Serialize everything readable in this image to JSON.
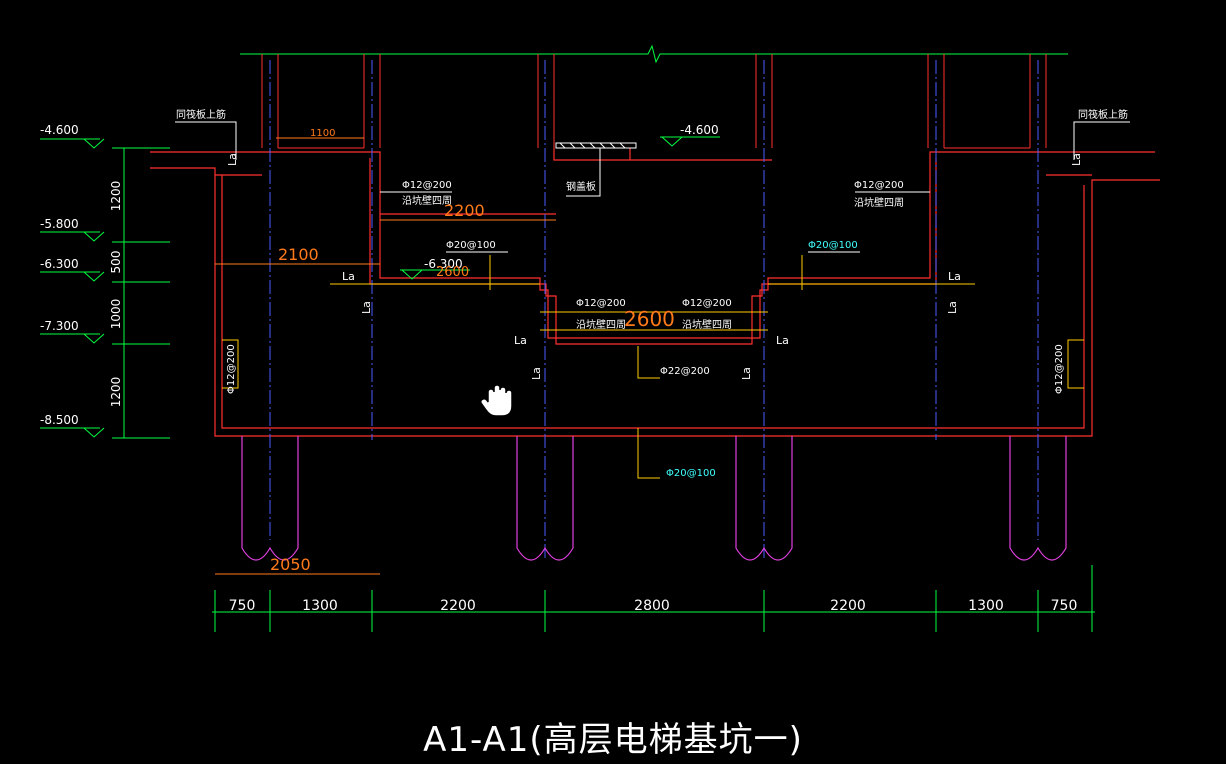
{
  "title": "A1-A1(高层电梯基坑一)",
  "colors": {
    "background": "#000000",
    "concrete": "#ff3030",
    "dim": "#00ff40",
    "axis": "#4a5cff",
    "pile": "#e040e0",
    "rebar": "#ffcc00",
    "text_white": "#ffffff",
    "text_orange": "#ff7a1a",
    "label_cyan": "#40ffff"
  },
  "elevations": [
    "-4.600",
    "-5.800",
    "-6.300",
    "-7.300",
    "-8.500"
  ],
  "vertical_dims": [
    "1200",
    "500",
    "1000",
    "1200"
  ],
  "bottom_dims": [
    "750",
    "1300",
    "2200",
    "2800",
    "2200",
    "1300",
    "750"
  ],
  "notes": {
    "top_rebar_left": "同筏板上筋",
    "top_rebar_right": "同筏板上筋",
    "dim_1100": "1100",
    "elev_center": "-4.600",
    "cover_plate": "钢盖板",
    "rebar_pit_left": "Φ12@200",
    "rebar_pit_left_note": "沿坑壁四周",
    "rebar_pit_right": "Φ12@200",
    "rebar_pit_right_note": "沿坑壁四周",
    "dim_2200": "2200",
    "dim_2100": "2100",
    "dim_2600_left": "2600",
    "rebar_20_100_left": "Φ20@100",
    "rebar_20_100_right": "Φ20@100",
    "elev_mid": "-6.300",
    "la": "La",
    "rebar_inner_left": "Φ12@200",
    "rebar_inner_left_note": "沿坑壁四周",
    "rebar_inner_right": "Φ12@200",
    "rebar_inner_right_note": "沿坑壁四周",
    "dim_2600": "2600",
    "rebar_22_200": "Φ22@200",
    "side_left": "Φ12@200",
    "side_right": "Φ12@200",
    "rebar_bottom": "Φ20@100",
    "dim_2050": "2050"
  },
  "icons": {
    "cursor": "hand-pointer-icon",
    "breakline": "break-line-icon"
  }
}
